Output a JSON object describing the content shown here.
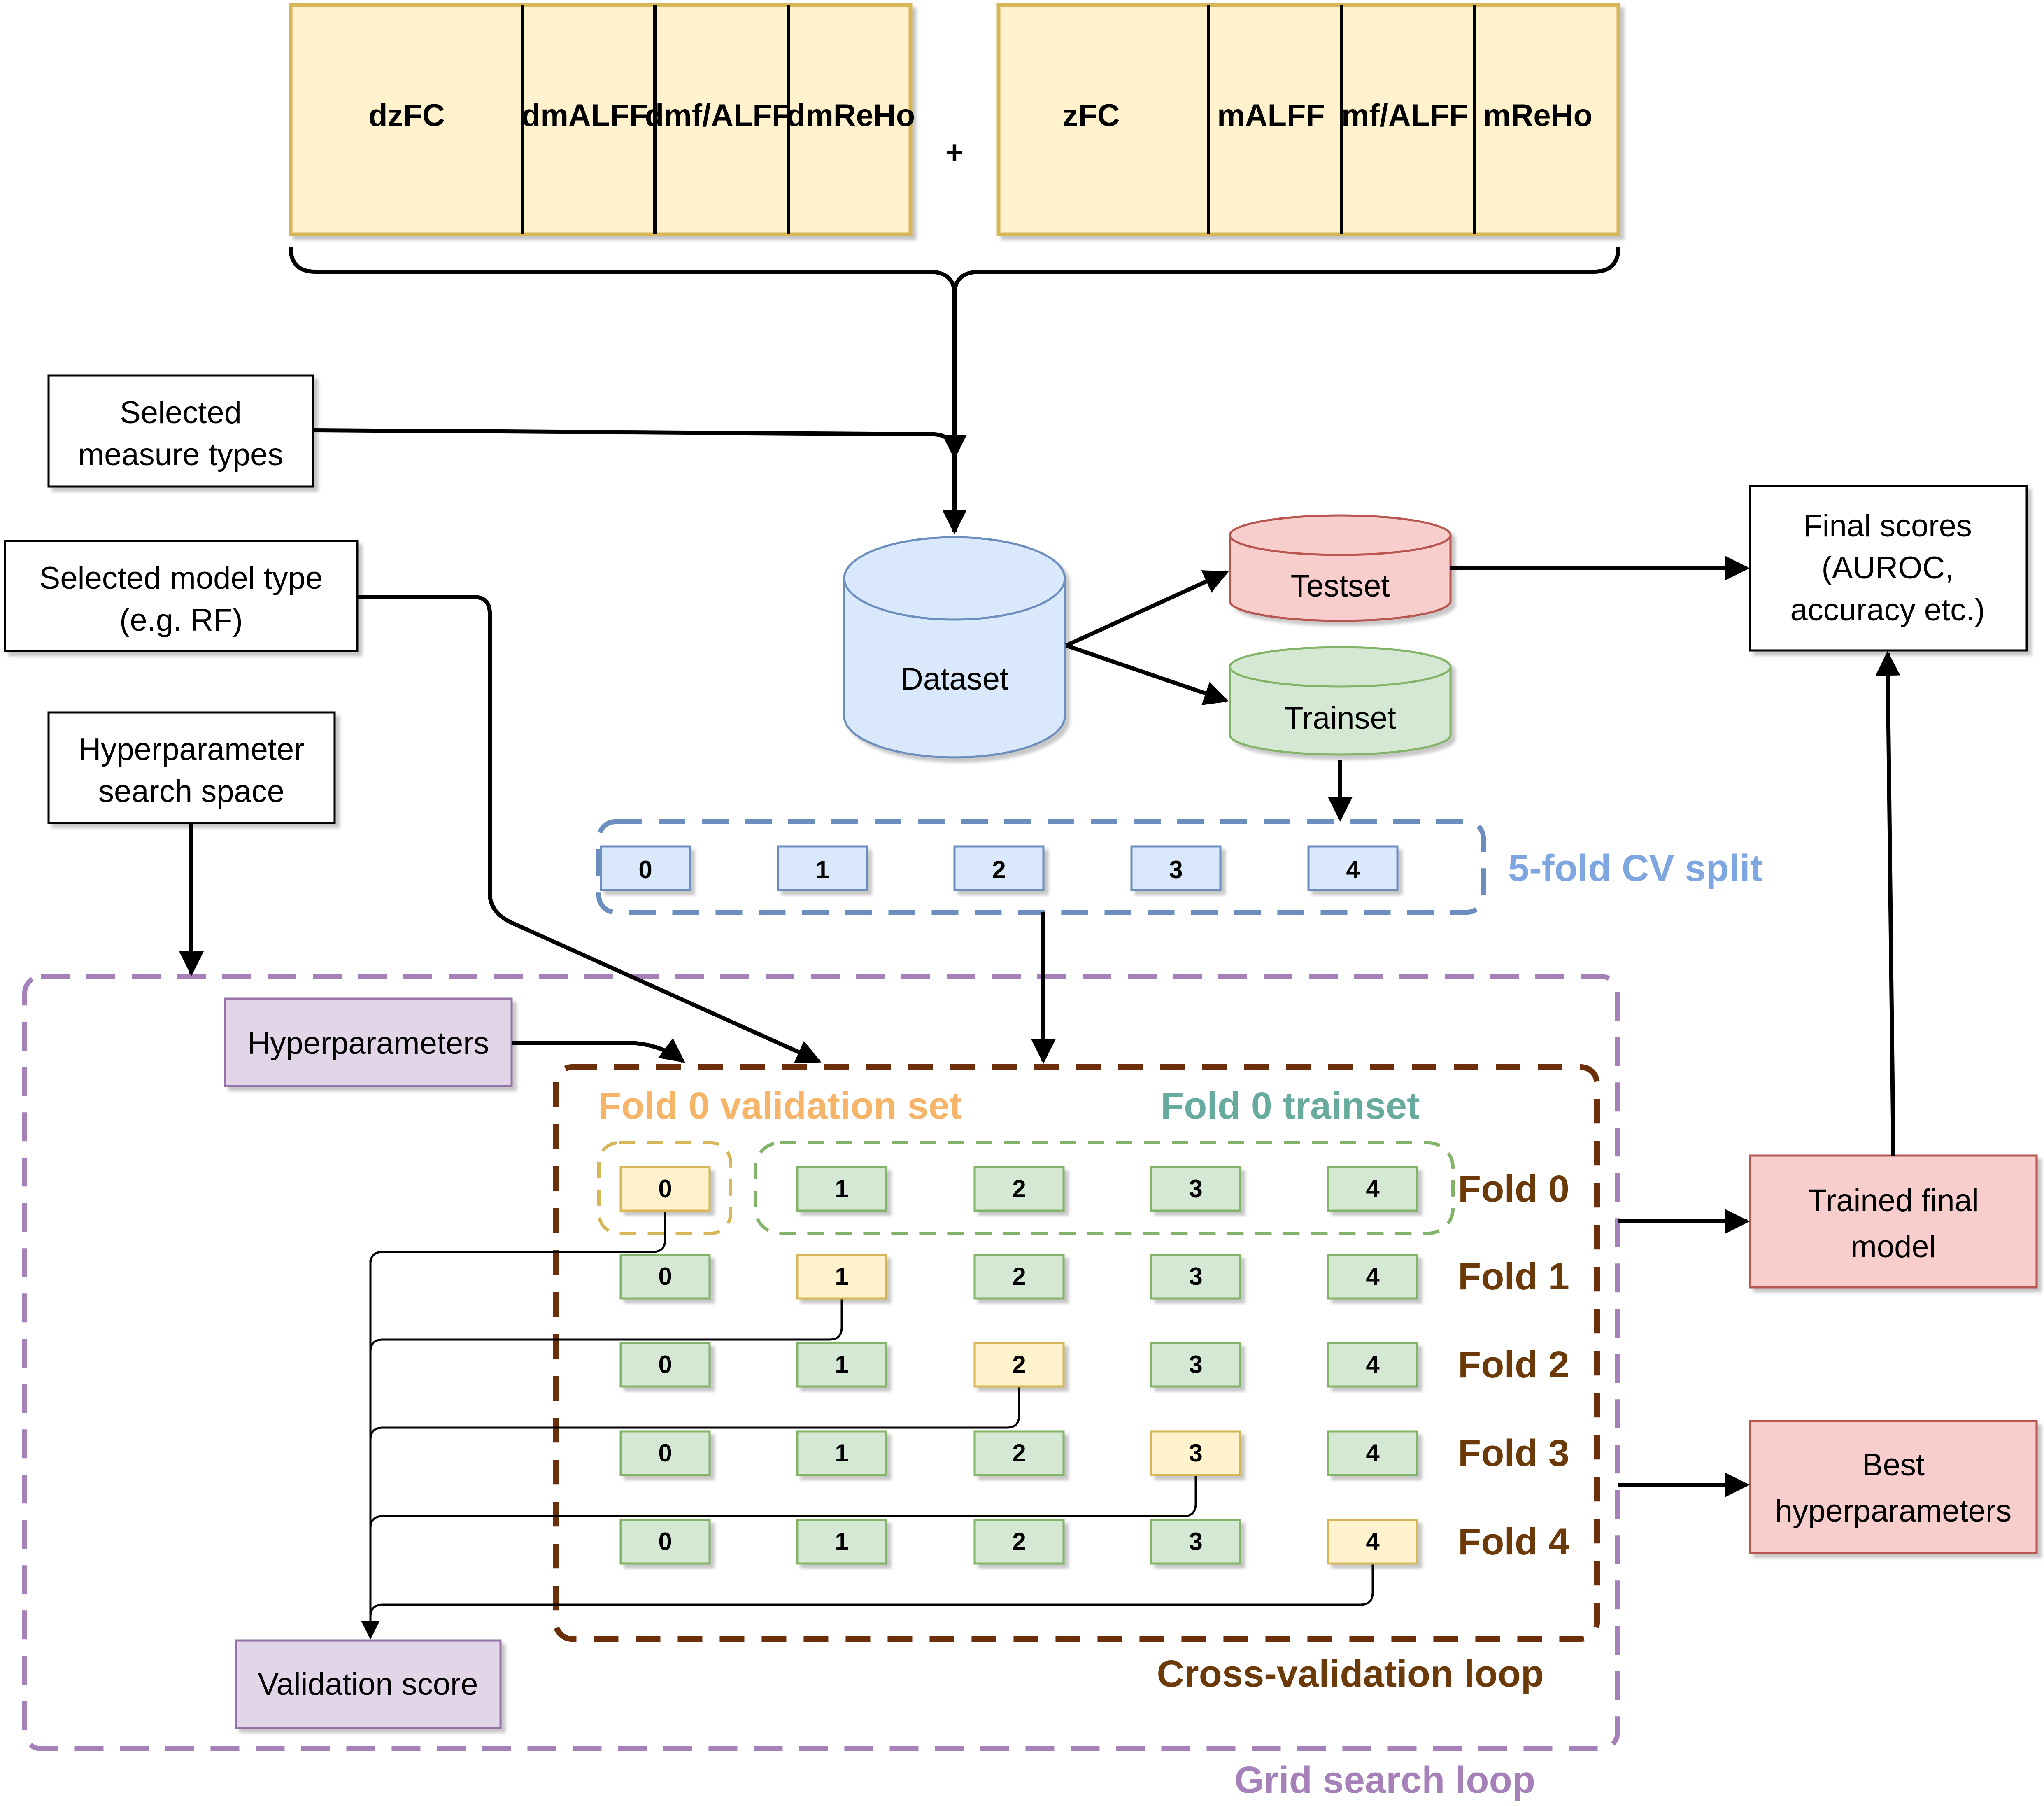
{
  "measures": {
    "derived": [
      "dzFC",
      "dmALFF",
      "dmf/ALFF",
      "dmReHo"
    ],
    "plus": "+",
    "base": [
      "zFC",
      "mALFF",
      "mf/ALFF",
      "mReHo"
    ]
  },
  "inputs": {
    "measure_types": [
      "Selected",
      "measure types"
    ],
    "model_type": [
      "Selected model type",
      "(e.g. RF)"
    ],
    "search_space": [
      "Hyperparameter",
      "search space"
    ]
  },
  "datasets": {
    "dataset": "Dataset",
    "testset": "Testset",
    "trainset": "Trainset"
  },
  "cv_split": {
    "folds": [
      "0",
      "1",
      "2",
      "3",
      "4"
    ],
    "label": "5-fold CV split"
  },
  "grid_search": {
    "label": "Grid search loop",
    "hyperparameters": "Hyperparameters",
    "validation_score": "Validation score"
  },
  "cross_validation": {
    "label": "Cross-validation loop",
    "validation_set_label": "Fold 0 validation set",
    "trainset_label": "Fold 0 trainset",
    "rows": [
      {
        "label": "Fold 0",
        "cells": [
          "0",
          "1",
          "2",
          "3",
          "4"
        ],
        "validation_index": 0
      },
      {
        "label": "Fold 1",
        "cells": [
          "0",
          "1",
          "2",
          "3",
          "4"
        ],
        "validation_index": 1
      },
      {
        "label": "Fold 2",
        "cells": [
          "0",
          "1",
          "2",
          "3",
          "4"
        ],
        "validation_index": 2
      },
      {
        "label": "Fold 3",
        "cells": [
          "0",
          "1",
          "2",
          "3",
          "4"
        ],
        "validation_index": 3
      },
      {
        "label": "Fold 4",
        "cells": [
          "0",
          "1",
          "2",
          "3",
          "4"
        ],
        "validation_index": 4
      }
    ]
  },
  "outputs": {
    "final_scores": [
      "Final scores",
      "(AUROC,",
      "accuracy etc.)"
    ],
    "trained_model": [
      "Trained final",
      "model"
    ],
    "best_hyperparameters": [
      "Best",
      "hyperparameters"
    ]
  },
  "colors": {
    "measure_fill": "#fff2cc",
    "measure_stroke": "#d6b656",
    "blue_fill": "#dae8fc",
    "blue_stroke": "#6c8ebf",
    "red_fill": "#f8cecc",
    "red_stroke": "#b85450",
    "green_fill": "#d5e8d4",
    "green_stroke": "#82b366",
    "purple_fill": "#e1d5e7",
    "purple_stroke": "#9673a6",
    "cv_stroke": "#6d2e0a",
    "cv_text": "#6b3a08",
    "split_text": "#7ea6e0",
    "grid_text": "#a680b8",
    "val_text": "#f5b467",
    "train_text": "#67ab9f"
  }
}
